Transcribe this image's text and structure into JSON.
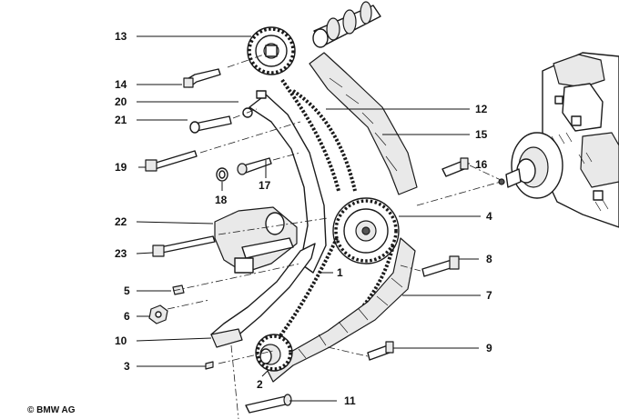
{
  "diagram": {
    "copyright": "© BMW AG",
    "callouts": {
      "c1": "1",
      "c2": "2",
      "c3": "3",
      "c4": "4",
      "c5": "5",
      "c6": "6",
      "c7": "7",
      "c8": "8",
      "c9": "9",
      "c10": "10",
      "c11": "11",
      "c12": "12",
      "c13": "13",
      "c14": "14",
      "c15": "15",
      "c16": "16",
      "c17": "17",
      "c18": "18",
      "c19": "19",
      "c20": "20",
      "c21": "21",
      "c22": "22",
      "c23": "23"
    }
  }
}
